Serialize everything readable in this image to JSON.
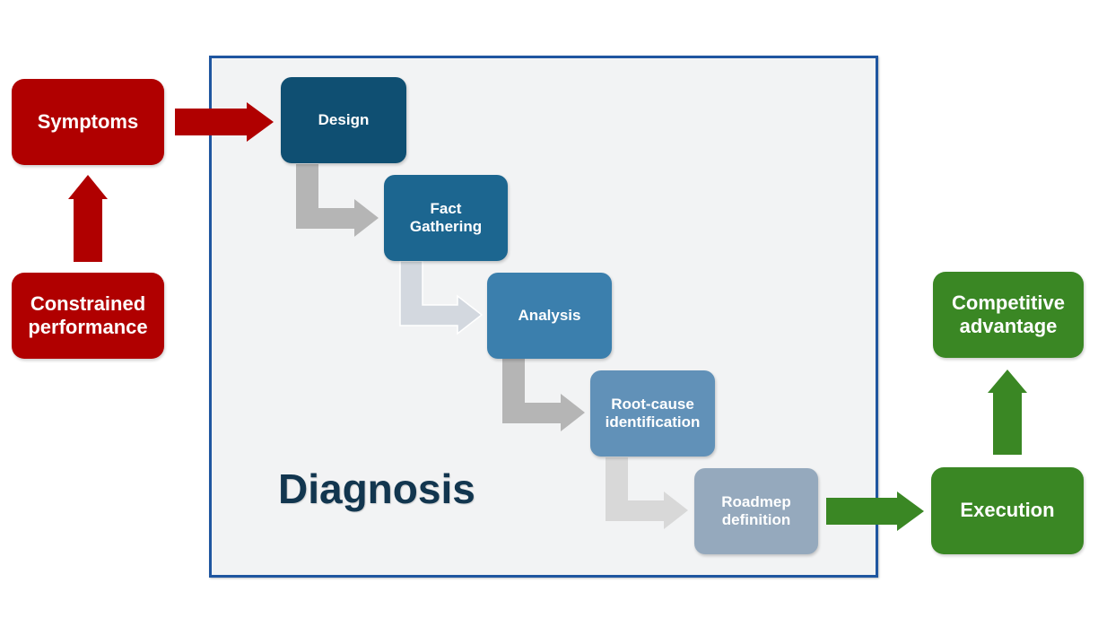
{
  "diagram": {
    "frame_title": "Diagnosis",
    "left": {
      "symptoms": "Symptoms",
      "constrained": "Constrained\nperformance"
    },
    "steps": [
      {
        "label": "Design",
        "color": "#0f4f72"
      },
      {
        "label": "Fact\nGathering",
        "color": "#1c6690"
      },
      {
        "label": "Analysis",
        "color": "#3b7fad"
      },
      {
        "label": "Root-cause\nidentification",
        "color": "#6191b8"
      },
      {
        "label": "Roadmep\ndefinition",
        "color": "#95a9bd"
      }
    ],
    "right": {
      "execution": "Execution",
      "competitive": "Competitive\nadvantage"
    },
    "colors": {
      "red": "#b00000",
      "green": "#3a8724",
      "frame_border": "#1f56a0",
      "connector_gray": "#b5b5b5",
      "connector_light": "#d3d8df"
    }
  }
}
